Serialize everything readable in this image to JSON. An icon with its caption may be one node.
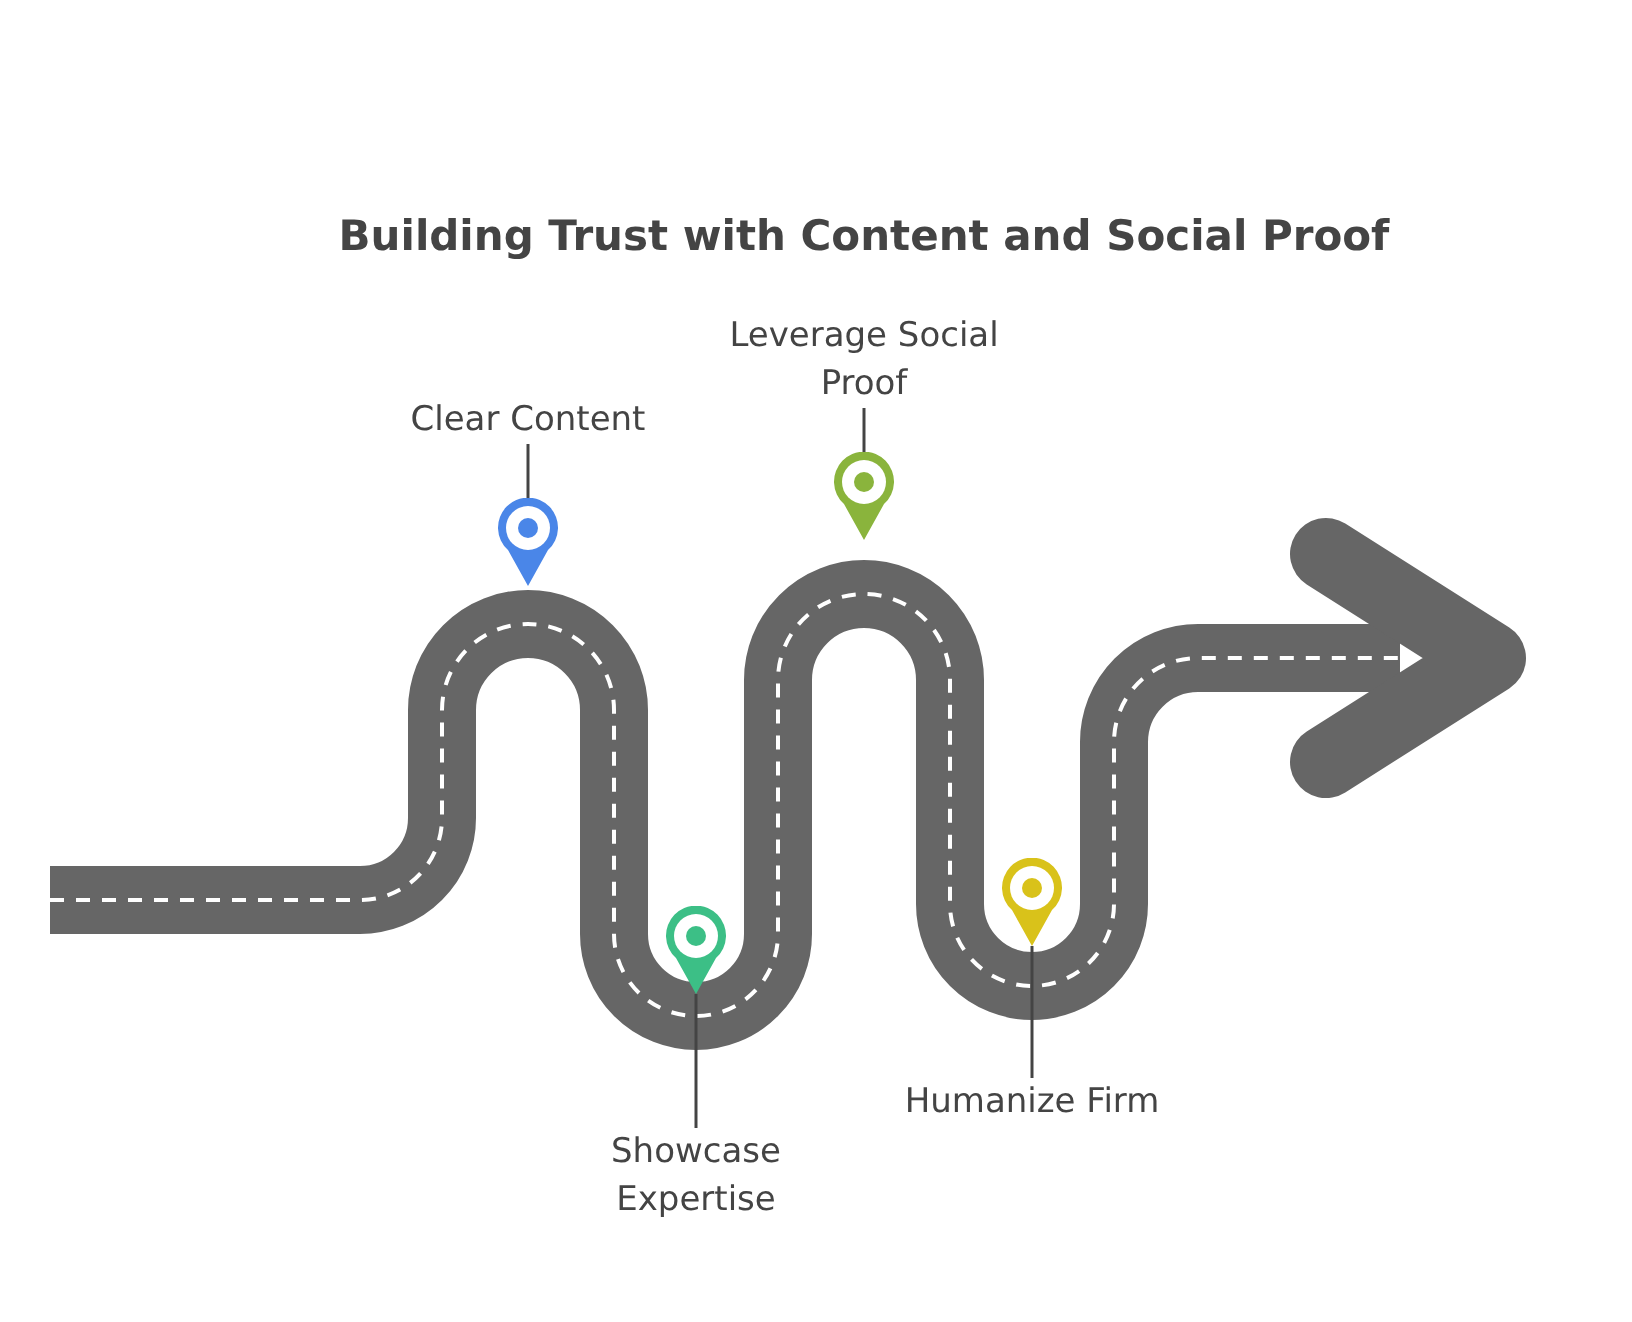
{
  "diagram": {
    "title": "Building Trust with Content and Social Proof",
    "nodes": [
      {
        "text": [
          "Clear Content"
        ]
      },
      {
        "text": [],
        "shape": "pin"
      },
      {
        "text": [
          "Leverage Social Proof"
        ]
      },
      {
        "text": [],
        "shape": "pin"
      },
      {
        "text": [
          "Showcase Expertise"
        ]
      },
      {
        "text": [],
        "shape": "pin"
      },
      {
        "text": [
          "Humanize Firm"
        ]
      },
      {
        "text": [],
        "shape": "pin"
      }
    ],
    "edges": [
      {
        "from": 0,
        "to": 1,
        "arrow": "none"
      },
      {
        "from": 2,
        "to": 3,
        "arrow": "none"
      },
      {
        "from": 4,
        "to": 5,
        "arrow": "none"
      },
      {
        "from": 6,
        "to": 7,
        "arrow": "none"
      }
    ]
  }
}
